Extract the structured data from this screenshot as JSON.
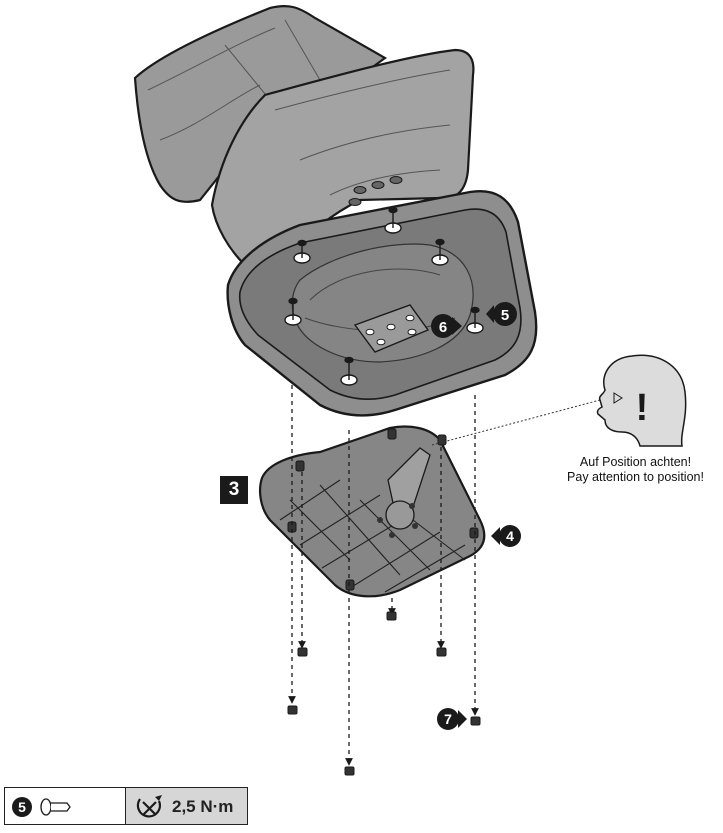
{
  "step_number": "3",
  "callouts": {
    "c4": "4",
    "c5": "5",
    "c6": "6",
    "c7": "7"
  },
  "warning": {
    "line_de": "Auf Position achten!",
    "line_en": "Pay attention to position!",
    "symbol": "!"
  },
  "torque_table": {
    "part_number": "5",
    "value": "2,5 N·m",
    "part_icon": "screw-icon",
    "torque_icon": "torque-wrench-icon"
  },
  "colors": {
    "lid_fill": "#9a9a9a",
    "base_fill": "#8a8a8a",
    "plate_fill": "#858585",
    "line": "#1a1a1a",
    "torque_bg": "#d6d6d6",
    "head_fill": "#dcdcdc"
  }
}
